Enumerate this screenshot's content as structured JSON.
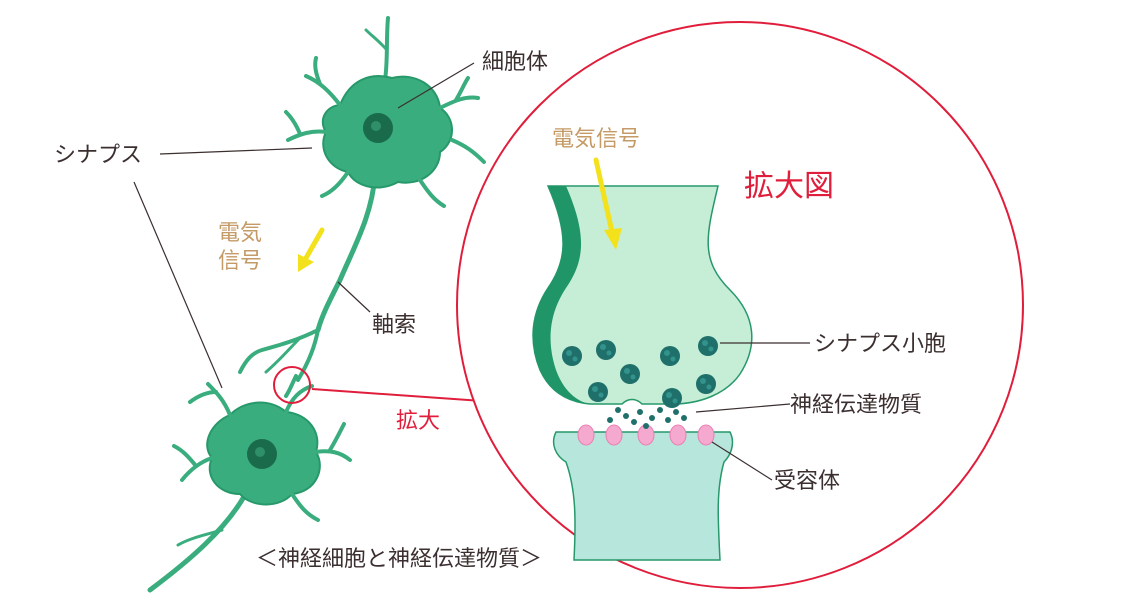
{
  "labels": {
    "cell_body": "細胞体",
    "synapse": "シナプス",
    "signal_left_line1": "電気",
    "signal_left_line2": "信号",
    "axon": "軸索",
    "enlarge": "拡大",
    "signal_right": "電気信号",
    "zoom_title": "拡大図",
    "vesicle": "シナプス小胞",
    "neurotransmitter": "神経伝達物質",
    "receptor": "受容体",
    "caption": "＜神経細胞と神経伝達物質＞"
  },
  "colors": {
    "neuron_fill": "#3aad7e",
    "neuron_dark": "#1f7a55",
    "nucleus": "#1a6b4c",
    "terminal_fill": "#c6eed7",
    "terminal_edge": "#26986a",
    "vesicle": "#1f6f6a",
    "receptor_cell": "#b7e6dc",
    "receptor_pink": "#f5a9cf",
    "red": "#e01e3c",
    "signal_text": "#c49a66",
    "arrow_yellow": "#f2e11b",
    "leader": "#3b2f2f"
  },
  "icons": [
    "signal-arrow-icon",
    "enlarge-arrow-icon"
  ]
}
